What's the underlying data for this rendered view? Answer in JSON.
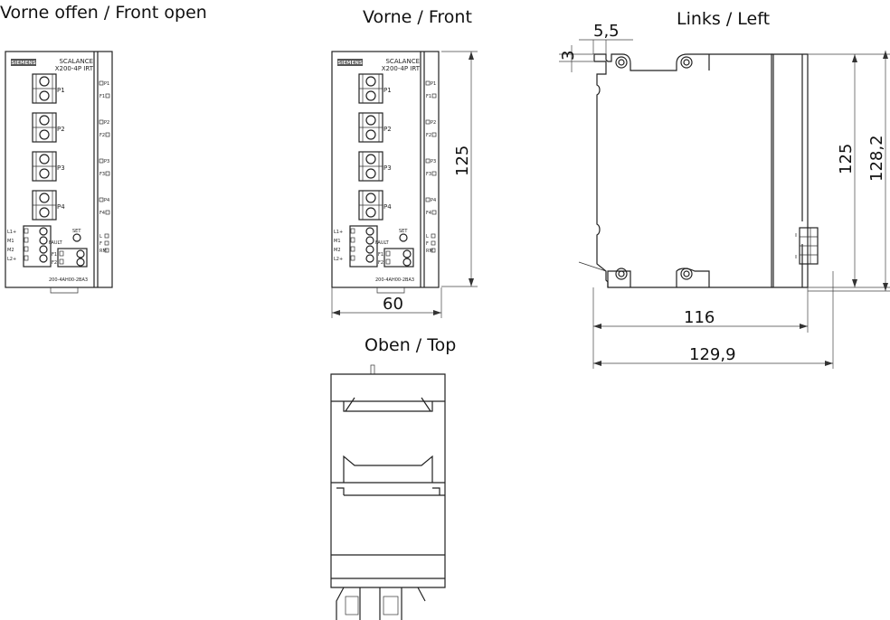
{
  "views": {
    "front_open": "Vorne offen / Front open",
    "front": "Vorne / Front",
    "left": "Links / Left",
    "top": "Oben / Top"
  },
  "dimensions": {
    "front_height": "125",
    "front_width": "60",
    "left_height": "125",
    "left_total_height": "128,2",
    "left_depth": "116",
    "left_total_depth": "129,9",
    "rail_offset_x": "5,5",
    "rail_offset_y": "3"
  },
  "device": {
    "brand": "SIEMENS",
    "product": "SCALANCE",
    "model": "X200-4P IRT",
    "ports": [
      "P1",
      "P2",
      "P3",
      "P4"
    ],
    "port_leds": [
      "P1",
      "P2",
      "P3",
      "P4"
    ],
    "fault_leds": [
      "F1",
      "F2",
      "F3",
      "F4"
    ],
    "terminal_labels": [
      "L1+",
      "M1",
      "M2",
      "L2+"
    ],
    "fault_label": "FAULT",
    "set_label": "SET",
    "signal_labels": [
      "F1",
      "F2"
    ],
    "status_leds": [
      "L",
      "F",
      "RM"
    ],
    "part_number": "200-4AH00-2BA3"
  }
}
